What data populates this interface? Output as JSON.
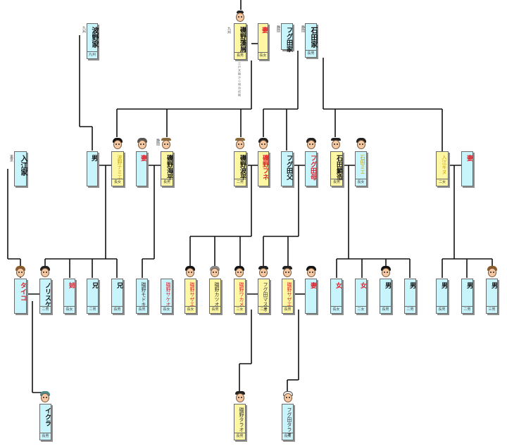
{
  "families": {
    "namino": "波野家",
    "fuguta": "フグ田家",
    "ishida": "石田家",
    "irie": "入江家"
  },
  "side_labels": {
    "kyushu_a": "九州",
    "kyushu_b": "九州",
    "shizuoka_a": "静岡",
    "shizuoka_b": "静岡",
    "tokyo": "東京"
  },
  "people": {
    "isono_michihei": "磯野藻屑",
    "wife_top": "妻",
    "namino_son": "男",
    "namino_wife": "波野ナミエ",
    "isono_wife2": "妻",
    "isono_umihei": "磯野海平",
    "isono_namihei": "磯野波平",
    "isono_fune": "磯野フネ",
    "fuguta_father": "フグ田父",
    "fuguta_mother": "フグ田母",
    "ishida_suzuo": "石田鯛造",
    "ishida_wife": "石田ミエ",
    "irie_daughter": "入江キヌ",
    "irie_wife": "妻",
    "taiko": "タイコ",
    "norisuke": "ノリスケ",
    "ane": "姉",
    "ani1": "兄",
    "ani2": "兄",
    "umihei_child1": "磯野モドキ",
    "umihei_child2": "磯野サケオ",
    "sazae": "磯野サザエ",
    "katsuo": "磯野カツオ",
    "wakame": "磯野ワカメ",
    "masuo": "フグ田マスオ",
    "sazae2": "磯野サザエ",
    "masuo_wife": "妻",
    "onna1": "女",
    "onna2": "女",
    "otoko1": "男",
    "otoko2": "男",
    "irie_son1": "男",
    "irie_son2": "男",
    "irie_son3": "男",
    "ikura": "イクラ",
    "isono_tarao": "磯野タラオ",
    "fuguta_tarao": "フグ田タラオ"
  },
  "footers": {
    "elder": "長男",
    "second": "二男",
    "eldest_daughter": "長女",
    "second_daughter": "二女",
    "third": "三男"
  },
  "notes": {
    "michihei_note": "江戸末期から明治初期"
  }
}
